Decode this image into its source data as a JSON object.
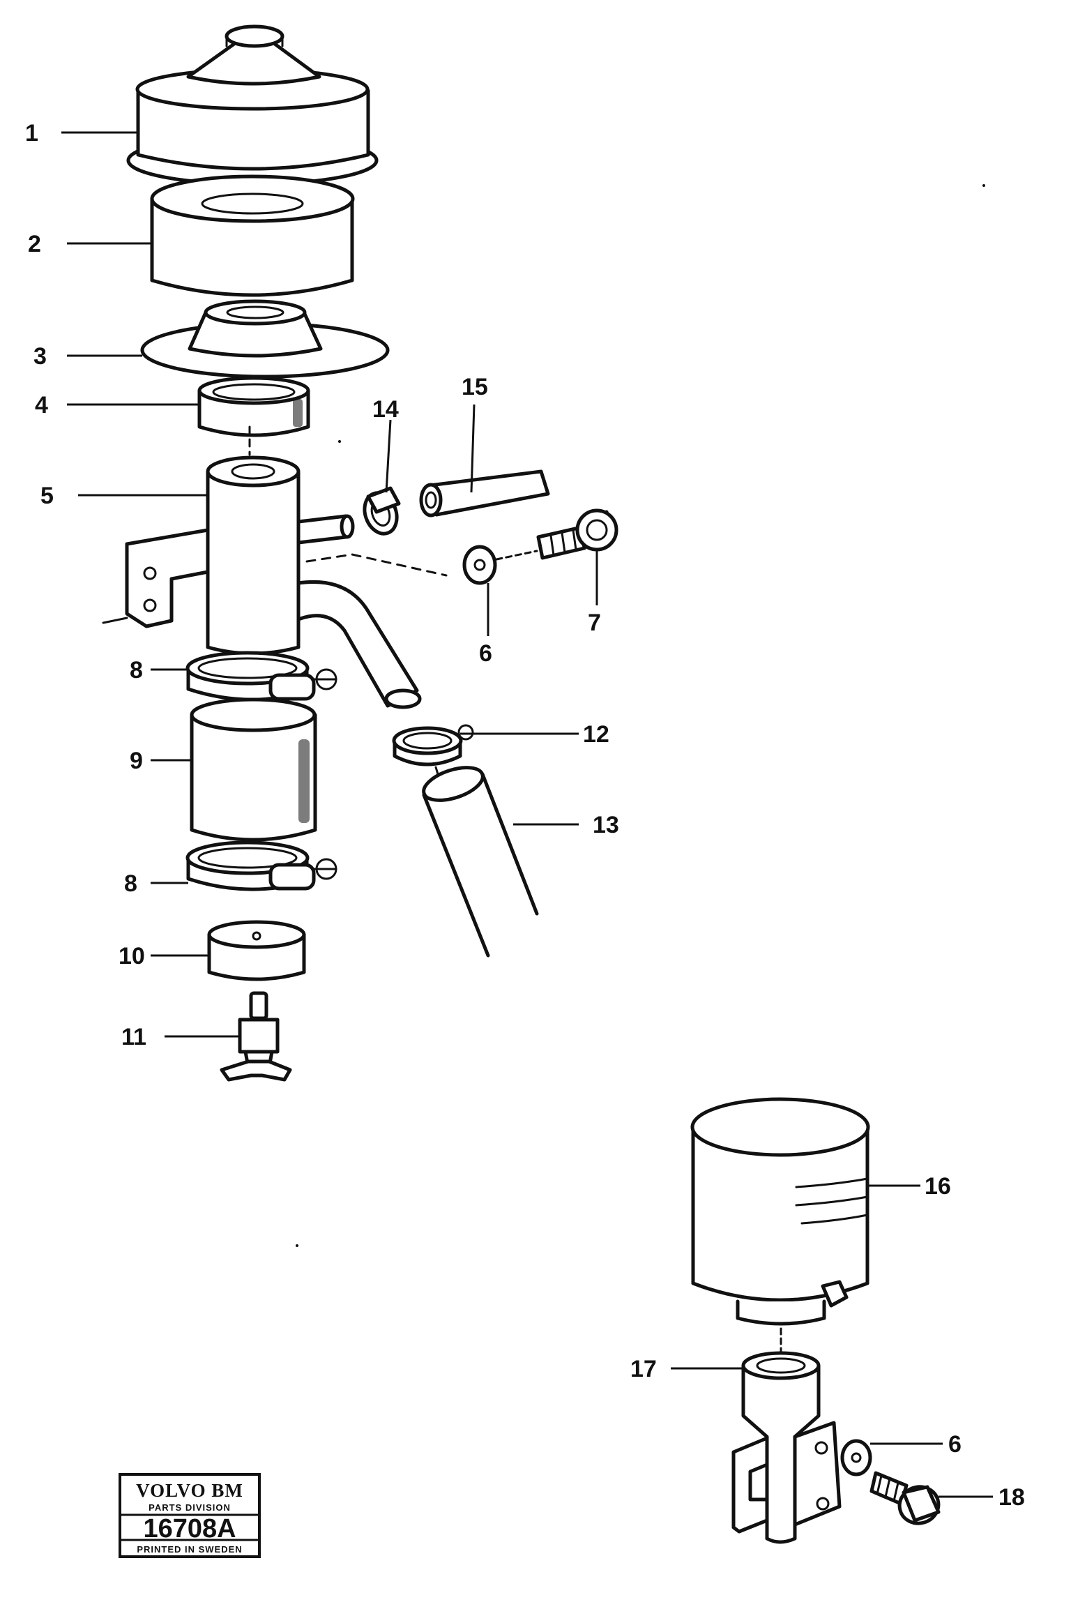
{
  "callouts": [
    "1",
    "2",
    "3",
    "4",
    "5",
    "6",
    "7",
    "8",
    "9",
    "10",
    "11",
    "12",
    "13",
    "14",
    "15",
    "16",
    "17",
    "18"
  ],
  "stamp": {
    "brand": "VOLVO BM",
    "division": "PARTS DIVISION",
    "number": "16708A",
    "footer": "PRINTED IN SWEDEN"
  }
}
